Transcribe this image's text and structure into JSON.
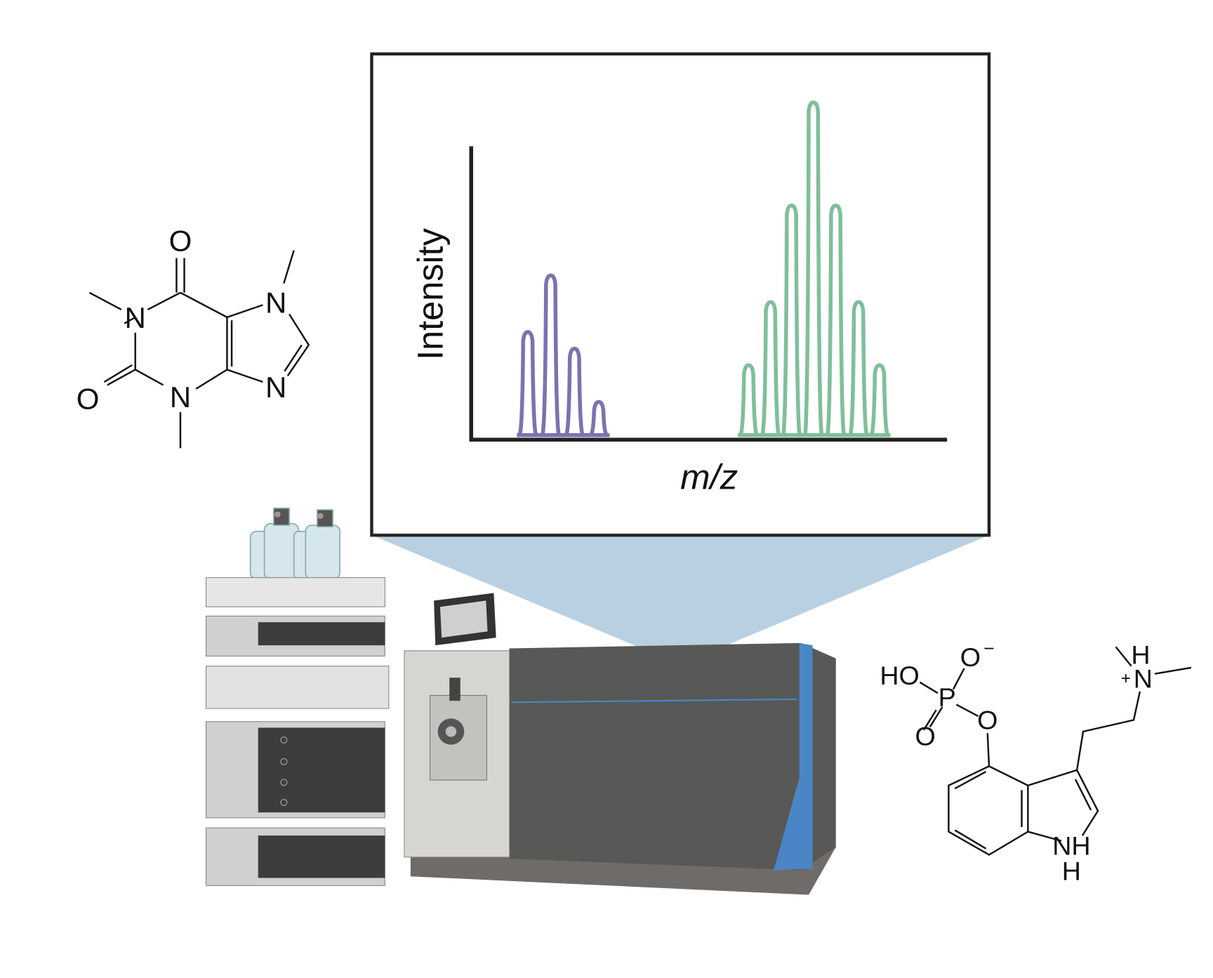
{
  "chart_data": {
    "type": "line",
    "xlabel": "m/z",
    "ylabel": "Intensity",
    "xlim": [
      0,
      100
    ],
    "ylim": [
      0,
      100
    ],
    "grid": false,
    "series": [
      {
        "color": "#7b73b0",
        "x": [
          11.9,
          16.7,
          21.7,
          26.8
        ],
        "values": [
          31,
          48,
          26,
          10
        ]
      },
      {
        "color": "#7fbf9a",
        "x": [
          58.3,
          62.9,
          67.3,
          71.9,
          76.6,
          81.4,
          85.8
        ],
        "values": [
          21,
          40,
          69,
          100,
          69,
          40,
          21
        ]
      }
    ]
  },
  "caffeine": {
    "atoms": [
      "O",
      "N",
      "N",
      "O",
      "N",
      "N"
    ]
  },
  "psilocybin": {
    "ho": "HO",
    "o_minus": "O",
    "minus": "−",
    "p": "P",
    "o_double": "O",
    "o_ester": "O",
    "n": "N",
    "h_top": "H",
    "plus": "+",
    "nh": "NH",
    "h_bottom": "H"
  },
  "colors": {
    "zoom_funnel": "#b9d0e2",
    "ms_body": "#585856",
    "accent_blue": "#4a86c5"
  }
}
